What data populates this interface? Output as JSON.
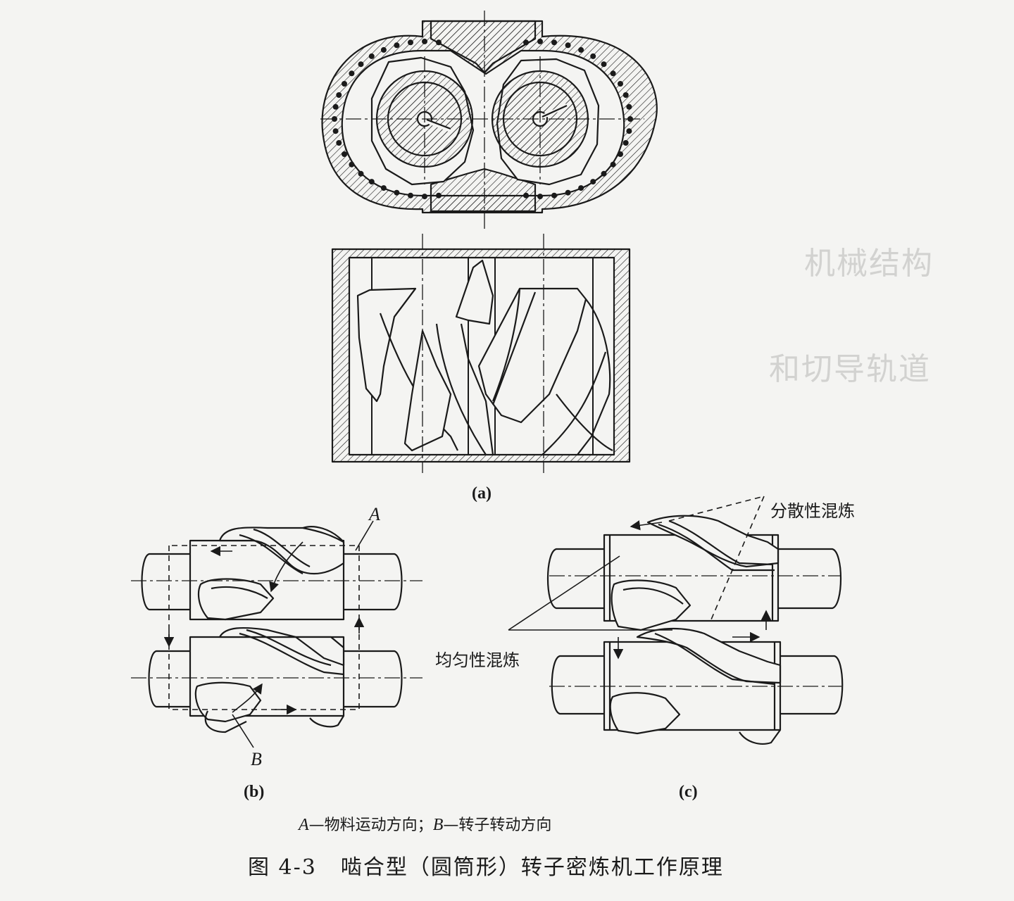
{
  "labels": {
    "a": "(a)",
    "b": "(b)",
    "c": "(c)",
    "A": "A",
    "B": "B",
    "dispersive": "分散性混炼",
    "distributive": "均匀性混炼"
  },
  "legend": {
    "a_letter": "A",
    "a_text": "—物料运动方向；",
    "b_letter": "B",
    "b_text": "—转子转动方向"
  },
  "caption": {
    "number": "图 4-3",
    "title": "啮合型（圆筒形）转子密炼机工作原理"
  },
  "ghost_text": [
    "机械结构",
    "和切导轨道"
  ]
}
